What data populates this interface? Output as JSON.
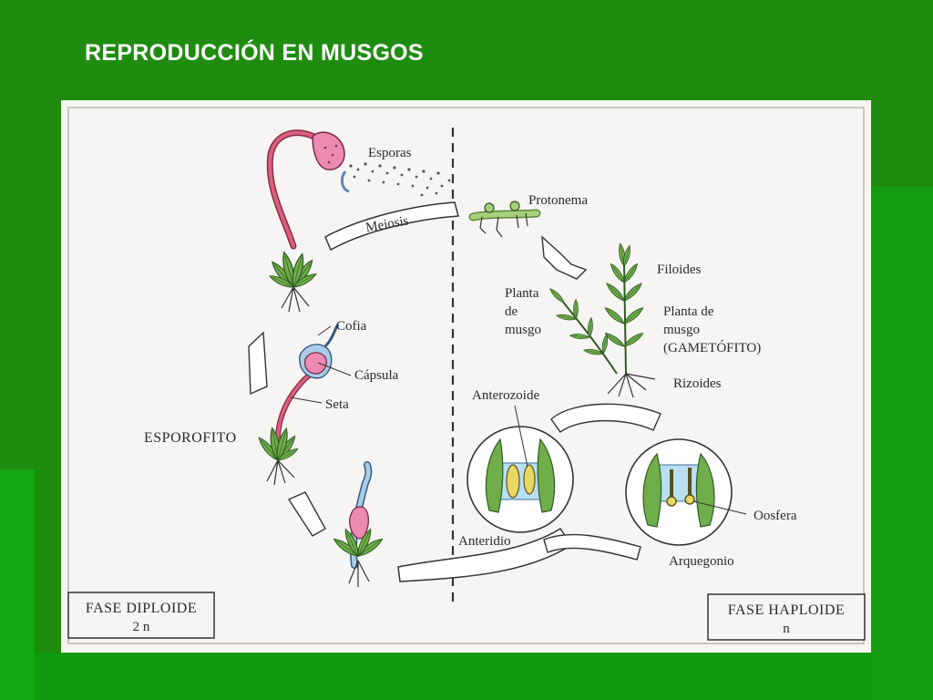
{
  "slide": {
    "title": "REPRODUCCIÓN EN MUSGOS"
  },
  "labels": {
    "esporas": "Esporas",
    "meiosis": "Meiosis",
    "protonema": "Protonema",
    "filoides": "Filoides",
    "planta_musgo_1": "Planta",
    "planta_musgo_2": "de",
    "planta_musgo_3": "musgo",
    "gametofito_1": "Planta de",
    "gametofito_2": "musgo",
    "gametofito_3": "(GAMETÓFITO)",
    "rizoides": "Rizoides",
    "cofia": "Cofia",
    "capsula": "Cápsula",
    "seta": "Seta",
    "esporofito": "ESPOROFITO",
    "anterozoide": "Anterozoide",
    "anteridio": "Anteridio",
    "oosfera": "Oosfera",
    "arquegonio": "Arquegonio"
  },
  "phases": {
    "diploid_name": "FASE DIPLOIDE",
    "diploid_value": "2 n",
    "haploid_name": "FASE HAPLOIDE",
    "haploid_value": "n"
  },
  "colors": {
    "background_green": "#1f8c10",
    "figure_bg": "#f7f5f3",
    "seta_pink": "#d9607f",
    "capsule_pink": "#ec8ab2",
    "cofia_blue": "#a8cde8",
    "leaf_green": "#6fae4a",
    "leaf_dark": "#2f5a22"
  }
}
